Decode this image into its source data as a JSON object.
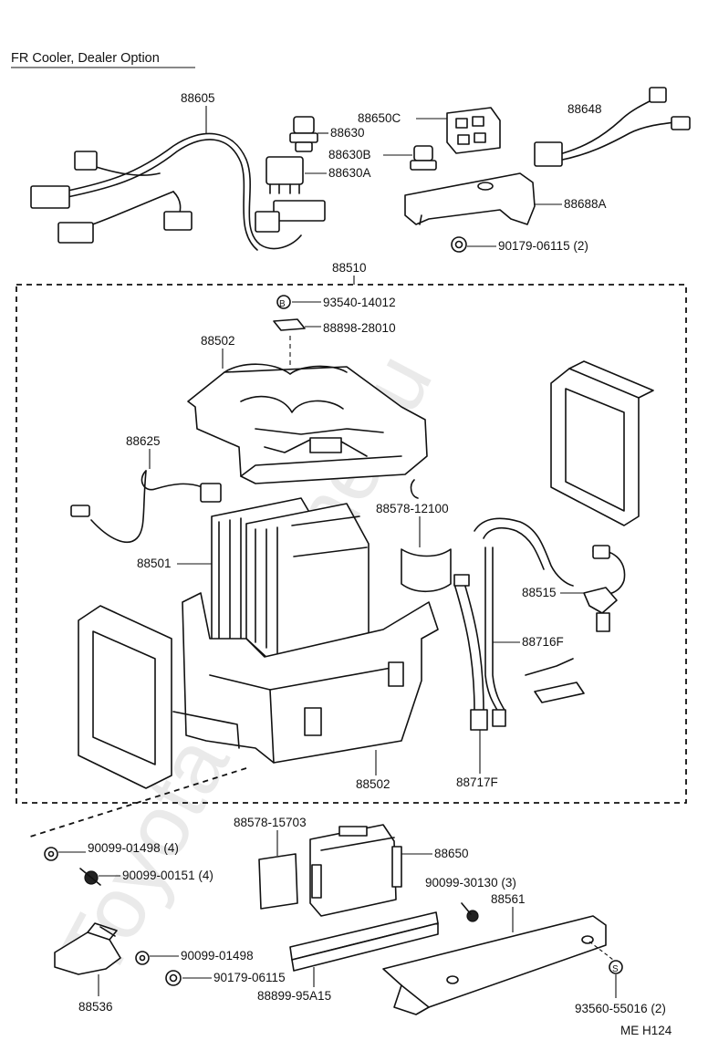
{
  "title": "FR  Cooler, Dealer Option",
  "watermark": "ToyotaCarMine.ru",
  "footer_code": "ME  H124",
  "parts": {
    "p88605": "88605",
    "p88630": "88630",
    "p88630A": "88630A",
    "p88650C": "88650C",
    "p88630B": "88630B",
    "p88648": "88648",
    "p88688A": "88688A",
    "p90179_06115_2": "90179-06115 (2)",
    "p88510": "88510",
    "p93540_14012": "93540-14012",
    "p88898_28010": "88898-28010",
    "p88502_top": "88502",
    "p88625": "88625",
    "p88578_12100": "88578-12100",
    "p88501": "88501",
    "p88515": "88515",
    "p88716F": "88716F",
    "p88502_bottom": "88502",
    "p88717F": "88717F",
    "p88578_15703": "88578-15703",
    "p88650": "88650",
    "p90099_01498_4": "90099-01498 (4)",
    "p90099_00151_4": "90099-00151 (4)",
    "p90099_30130_3": "90099-30130 (3)",
    "p88561": "88561",
    "p90099_01498": "90099-01498",
    "p90179_06115": "90179-06115",
    "p88536": "88536",
    "p88899_95A15": "88899-95A15",
    "p93560_55016_2": "93560-55016 (2)"
  },
  "markers": {
    "b": "B",
    "s": "S"
  }
}
